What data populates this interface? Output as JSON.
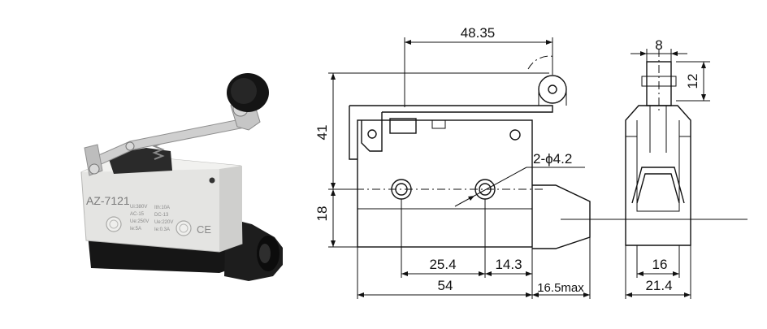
{
  "product": {
    "model": "AZ-7121",
    "ratings": [
      "Ui:380V",
      "Ith:10A",
      "AC-15",
      "DC-13",
      "Ue:250V",
      "Ue:220V",
      "Ie:5A",
      "Ie:0.3A"
    ],
    "ce_mark": "CE"
  },
  "front_view": {
    "dim_lever_length": "48.35",
    "dim_height_top": "41",
    "dim_height_bottom": "18",
    "dim_hole_spacing": "25.4",
    "dim_hole_to_edge": "14.3",
    "dim_body_length": "54",
    "dim_plunger": "16.5max",
    "hole_callout": "2-ϕ4.2"
  },
  "side_view": {
    "dim_roller_width": "8",
    "dim_roller_height": "12",
    "dim_inner_width": "16",
    "dim_body_width": "21.4"
  },
  "colors": {
    "body": "#e8e8e6",
    "base": "#1a1a1a",
    "metal": "#c9c9c9",
    "line": "#111111"
  }
}
